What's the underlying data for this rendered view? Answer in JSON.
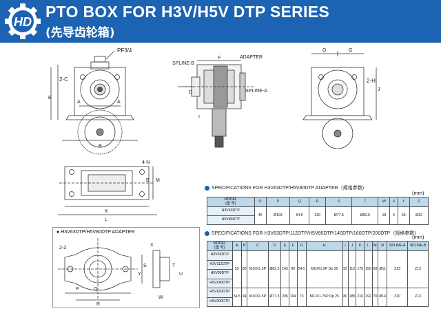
{
  "header": {
    "title": "PTO BOX FOR H3V/H5V DTP SERIES",
    "subtitle": "(先导齿轮箱)",
    "logo_letters": "HD"
  },
  "drawings": {
    "front_labels": {
      "pf": "PF3/4",
      "c2": "2-C",
      "a1": "A",
      "a2": "A",
      "e": "E",
      "b": "B"
    },
    "side_labels": {
      "adapter": "ADAPTER",
      "spline_b": "SPLINE-B",
      "spline_a": "SPLINE-A",
      "f": "F",
      "d": "D",
      "i": "I"
    },
    "right_labels": {
      "g1": "G",
      "g2": "G",
      "h2": "2-H",
      "j": "J"
    },
    "bottom_labels": {
      "n4": "4-N",
      "m": "M",
      "b": "B",
      "k": "K",
      "l": "L"
    },
    "adapter_labels": {
      "z2": "2-Z",
      "s": "S",
      "y": "Y",
      "p": "P",
      "q": "Q",
      "r": "R",
      "x": "X",
      "w": "W",
      "t": "T",
      "u": "U"
    }
  },
  "adapter_view": {
    "label": "H3V63DTP/H5V80DTP ADAPTER"
  },
  "spec1": {
    "heading": "SPECIFICATIONS FOR H3V63DTP/H5V80DTP ADAPTER（规格参数)",
    "unit": "(mm)",
    "model_header": "MODEL",
    "model_header_cn": "(型 号)",
    "columns": [
      "O",
      "P",
      "Q",
      "R",
      "S",
      "T",
      "W",
      "X",
      "Y",
      "Z"
    ],
    "models": [
      "H3V63DTP",
      "H5V80DTP"
    ],
    "values": [
      "40",
      "Ø103",
      "54.5",
      "130",
      "Ø77.5",
      "Ø82.5",
      "18",
      "5",
      "65",
      "Ø12"
    ]
  },
  "spec2": {
    "heading": "SPECIFICATIONS FOR H3V63DTP/112DTP/H5V80DTP/140DTP/160DTP/200DTP（规格参数)",
    "unit": "(mm)",
    "model_header": "MODEL",
    "model_header_cn": "(型 号)",
    "columns": [
      "A",
      "B",
      "C",
      "D",
      "E",
      "F",
      "G",
      "H",
      "I",
      "J",
      "K",
      "L",
      "M",
      "N",
      "SPLINE-A",
      "SPLINE-B"
    ],
    "group1": {
      "models": [
        "H3V63DTP",
        "H3V112DTP",
        "H5V80DTP",
        "H5V140DTP"
      ],
      "values": [
        "53",
        "80",
        "M10X1.5P",
        "Ø82.5",
        "143",
        "80",
        "54.5",
        "M10X1.5P Dp 30",
        "55",
        "112",
        "170",
        "150",
        "60",
        "Ø11",
        "Z13",
        "Z13"
      ]
    },
    "group2": {
      "models": [
        "H5V160DTP",
        "H5V200DTP"
      ],
      "values": [
        "54.5",
        "94",
        "M10X1.5P",
        "Ø77.5",
        "205",
        "104",
        "73",
        "M12X1.75P Dp 25",
        "80",
        "185",
        "216",
        "192",
        "70",
        "Ø14",
        "Z10",
        "Z13"
      ]
    }
  }
}
